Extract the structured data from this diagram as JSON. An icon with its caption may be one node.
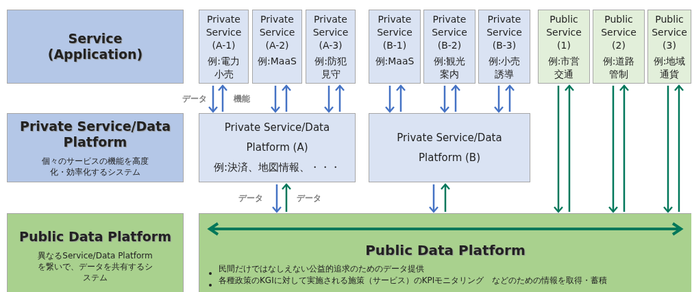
{
  "diagram": {
    "nodes": [
      {
        "text": [
          "Service (Application)"
        ]
      },
      {
        "text": [
          "Private Service/Data Platform",
          "個々のサービスの機能を高度化・効率化するシステム"
        ]
      },
      {
        "text": [
          "Public Data Platform",
          "異なるService/Data Platformを繋いで、データを共有するシステム"
        ]
      },
      {
        "text": [
          "Private Service (A-1)",
          "例:電力小売"
        ]
      },
      {
        "text": [
          "Private Service (A-2)",
          "例:MaaS"
        ]
      },
      {
        "text": [
          "Private Service (A-3)",
          "例:防犯見守"
        ]
      },
      {
        "text": [
          "Private Service (B-1)",
          "例:MaaS"
        ]
      },
      {
        "text": [
          "Private Service (B-2)",
          "例:観光案内"
        ]
      },
      {
        "text": [
          "Private Service (B-3)",
          "例:小売誘導"
        ]
      },
      {
        "text": [
          "Public Service (1)",
          "例:市営交通"
        ]
      },
      {
        "text": [
          "Public Service (2)",
          "例:道路管制"
        ]
      },
      {
        "text": [
          "Public Service (3)",
          "例:地域通貨"
        ]
      },
      {
        "text": [
          "Private Service/Data Platform (A)",
          "例:決済、地図情報、・・・"
        ]
      },
      {
        "text": [
          "Private Service/Data Platform (B)"
        ]
      },
      {
        "text": [
          "Public Data Platform",
          "民間だけではなしえない公益的追求のためのデータ提供",
          "各種政策のKGIに対して実施される施策（サービス）のKPIモニタリング　などのための情報を取得・蓄積"
        ]
      }
    ],
    "edges": [
      {
        "from": 3,
        "to": 12,
        "arrow": "to",
        "label": "データ"
      },
      {
        "from": 12,
        "to": 3,
        "arrow": "to",
        "label": "機能"
      },
      {
        "from": 4,
        "to": 12,
        "arrow": "to"
      },
      {
        "from": 12,
        "to": 4,
        "arrow": "to"
      },
      {
        "from": 5,
        "to": 12,
        "arrow": "to"
      },
      {
        "from": 12,
        "to": 5,
        "arrow": "to"
      },
      {
        "from": 6,
        "to": 13,
        "arrow": "to"
      },
      {
        "from": 13,
        "to": 6,
        "arrow": "to"
      },
      {
        "from": 7,
        "to": 13,
        "arrow": "to"
      },
      {
        "from": 13,
        "to": 7,
        "arrow": "to"
      },
      {
        "from": 8,
        "to": 13,
        "arrow": "to"
      },
      {
        "from": 13,
        "to": 8,
        "arrow": "to"
      },
      {
        "from": 12,
        "to": 14,
        "arrow": "to",
        "label": "データ"
      },
      {
        "from": 14,
        "to": 12,
        "arrow": "to",
        "label": "データ",
        "color": "#00775a"
      },
      {
        "from": 13,
        "to": 14,
        "arrow": "to"
      },
      {
        "from": 14,
        "to": 13,
        "arrow": "to",
        "color": "#00775a"
      },
      {
        "from": 9,
        "to": 14,
        "arrow": "to",
        "color": "#00775a"
      },
      {
        "from": 14,
        "to": 9,
        "arrow": "to",
        "color": "#00775a"
      },
      {
        "from": 10,
        "to": 14,
        "arrow": "to",
        "color": "#00775a"
      },
      {
        "from": 14,
        "to": 10,
        "arrow": "to",
        "color": "#00775a"
      },
      {
        "from": 11,
        "to": 14,
        "arrow": "to",
        "color": "#00775a"
      },
      {
        "from": 14,
        "to": 11,
        "arrow": "to",
        "color": "#00775a"
      }
    ]
  }
}
